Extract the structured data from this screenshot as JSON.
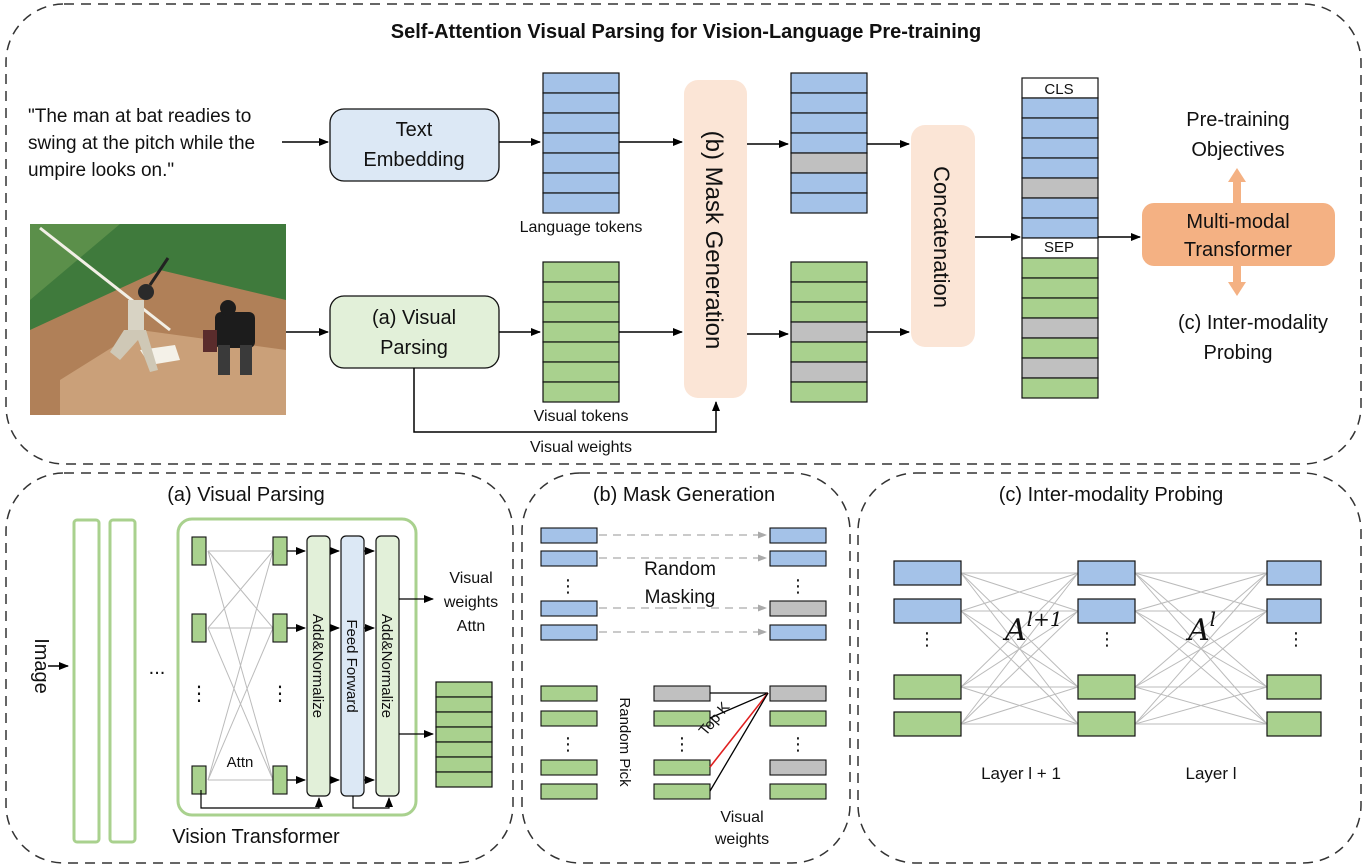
{
  "title": "Self-Attention Visual Parsing for Vision-Language Pre-training",
  "caption": {
    "line1": "\"The man at bat readies to",
    "line2": "swing at the pitch while the",
    "line3": "umpire looks on.\""
  },
  "photo": {
    "icon": "baseball-photo"
  },
  "text_embedding": {
    "line1": "Text",
    "line2": "Embedding"
  },
  "visual_parsing_box": {
    "line1": "(a) Visual",
    "line2": "Parsing"
  },
  "language_tokens_label": "Language tokens",
  "visual_tokens_label": "Visual tokens",
  "visual_weights_label": "Visual weights",
  "mask_generation_box": "(b) Mask Generation",
  "concatenation_box": "Concatenation",
  "cls_label": "CLS",
  "sep_label": "SEP",
  "objectives": {
    "line1": "Pre-training",
    "line2": "Objectives"
  },
  "transformer": {
    "line1": "Multi-modal",
    "line2": "Transformer"
  },
  "probing": {
    "line1": "(c) Inter-modality",
    "line2": "Probing"
  },
  "panel_a": {
    "title": "(a) Visual Parsing",
    "image_label": "Image",
    "ellipsis": "...",
    "vdots": "⋮",
    "attn": "Attn",
    "add_normalize_1": "Add&Normalize",
    "feed_forward": "Feed Forward",
    "add_normalize_2": "Add&Normalize",
    "weights_label": {
      "line1": "Visual",
      "line2": "weights",
      "line3": "Attn"
    },
    "vision_transformer": "Vision Transformer"
  },
  "panel_b": {
    "title": "(b) Mask Generation",
    "random_masking": {
      "line1": "Random",
      "line2": "Masking"
    },
    "random_pick": "Random Pick",
    "top_k": "Top K",
    "visual_weights": {
      "line1": "Visual",
      "line2": "weights"
    },
    "vdots": "⋮"
  },
  "panel_c": {
    "title": "(c) Inter-modality Probing",
    "a_l1": "A",
    "a_l1_sup": "l+1",
    "a_l": "A",
    "a_l_sup": "l",
    "layer_left": "Layer l + 1",
    "layer_right": "Layer l",
    "vdots": "⋮"
  },
  "colors": {
    "blue": "#a4c2e8",
    "green": "#a9d18e",
    "gray": "#c0c0c0",
    "text_embed_fill": "#dce8f5",
    "visual_parse_fill": "#e2f0d9",
    "peach_fill": "#fbe5d6",
    "orange_fill": "#f4b183",
    "orange_arrow": "#f4b183"
  }
}
